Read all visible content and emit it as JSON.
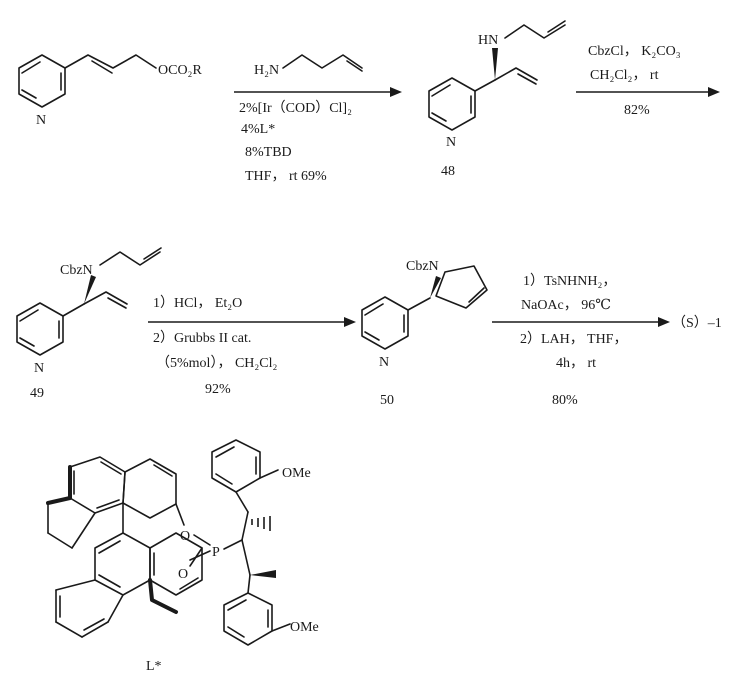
{
  "reaction_1": {
    "reactant_substituent": "OCO₂R",
    "reactant_N": "N",
    "reagent_amine": "H₂N",
    "condition_1": "2%[Ir（COD）Cl]₂",
    "condition_2": "4%L*",
    "condition_3": "8%TBD",
    "condition_4": "THF， rt   69%",
    "product_label": "48",
    "product_HN": "HN",
    "product_N": "N"
  },
  "reaction_2": {
    "condition_1": "CbzCl， K₂CO₃",
    "condition_2": "CH₂Cl₂， rt",
    "yield": "82%"
  },
  "reaction_3": {
    "reactant_label": "49",
    "reactant_CbzN": "CbzN",
    "reactant_N": "N",
    "condition_1": "1）HCl， Et₂O",
    "condition_2": "2）Grubbs II cat.",
    "condition_3": "（5%mol）， CH₂Cl₂",
    "yield": "92%",
    "product_label": "50",
    "product_CbzN": "CbzN",
    "product_N": "N"
  },
  "reaction_4": {
    "condition_1": "1）TsNHNH₂，",
    "condition_2": "NaOAc， 96℃",
    "condition_3": "2）LAH， THF，",
    "condition_4": "4h， rt",
    "yield": "80%",
    "product": "（S）–1"
  },
  "ligand": {
    "label": "L*",
    "O_top": "O",
    "O_bottom": "O",
    "P": "P",
    "OMe_top": "OMe",
    "OMe_bottom": "OMe"
  }
}
